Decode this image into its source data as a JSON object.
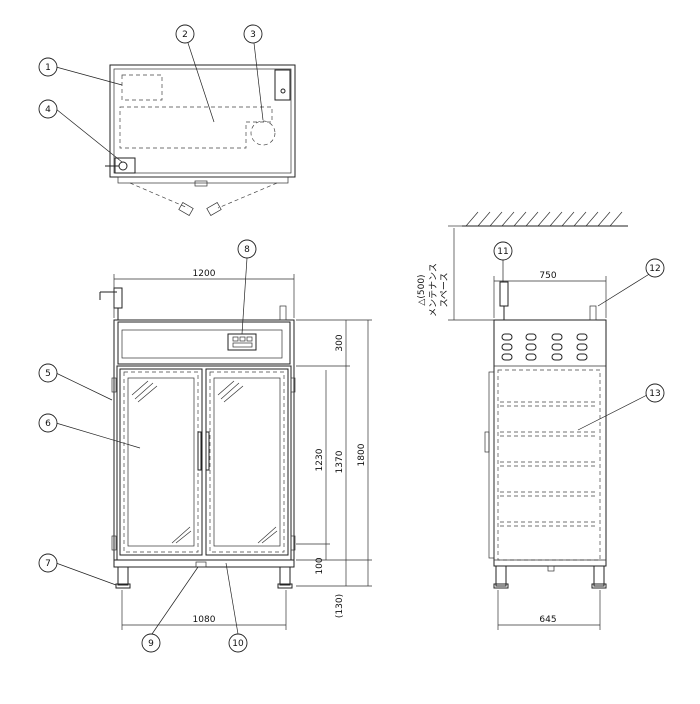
{
  "callouts": [
    "1",
    "2",
    "3",
    "4",
    "5",
    "6",
    "7",
    "8",
    "9",
    "10",
    "11",
    "12",
    "13"
  ],
  "dimensions": {
    "front_width": "1200",
    "front_inner_width": "1080",
    "height_total": "1800",
    "height_door": "1370",
    "height_glass": "1230",
    "height_top": "300",
    "height_bottom": "100",
    "height_leg": "(130)",
    "side_depth": "750",
    "side_inner_depth": "645",
    "maintenance_space": "△(500)",
    "maintenance_label": "メンテナンス",
    "space_label": "スペース"
  },
  "colors": {
    "line": "#222222",
    "background": "#ffffff"
  }
}
